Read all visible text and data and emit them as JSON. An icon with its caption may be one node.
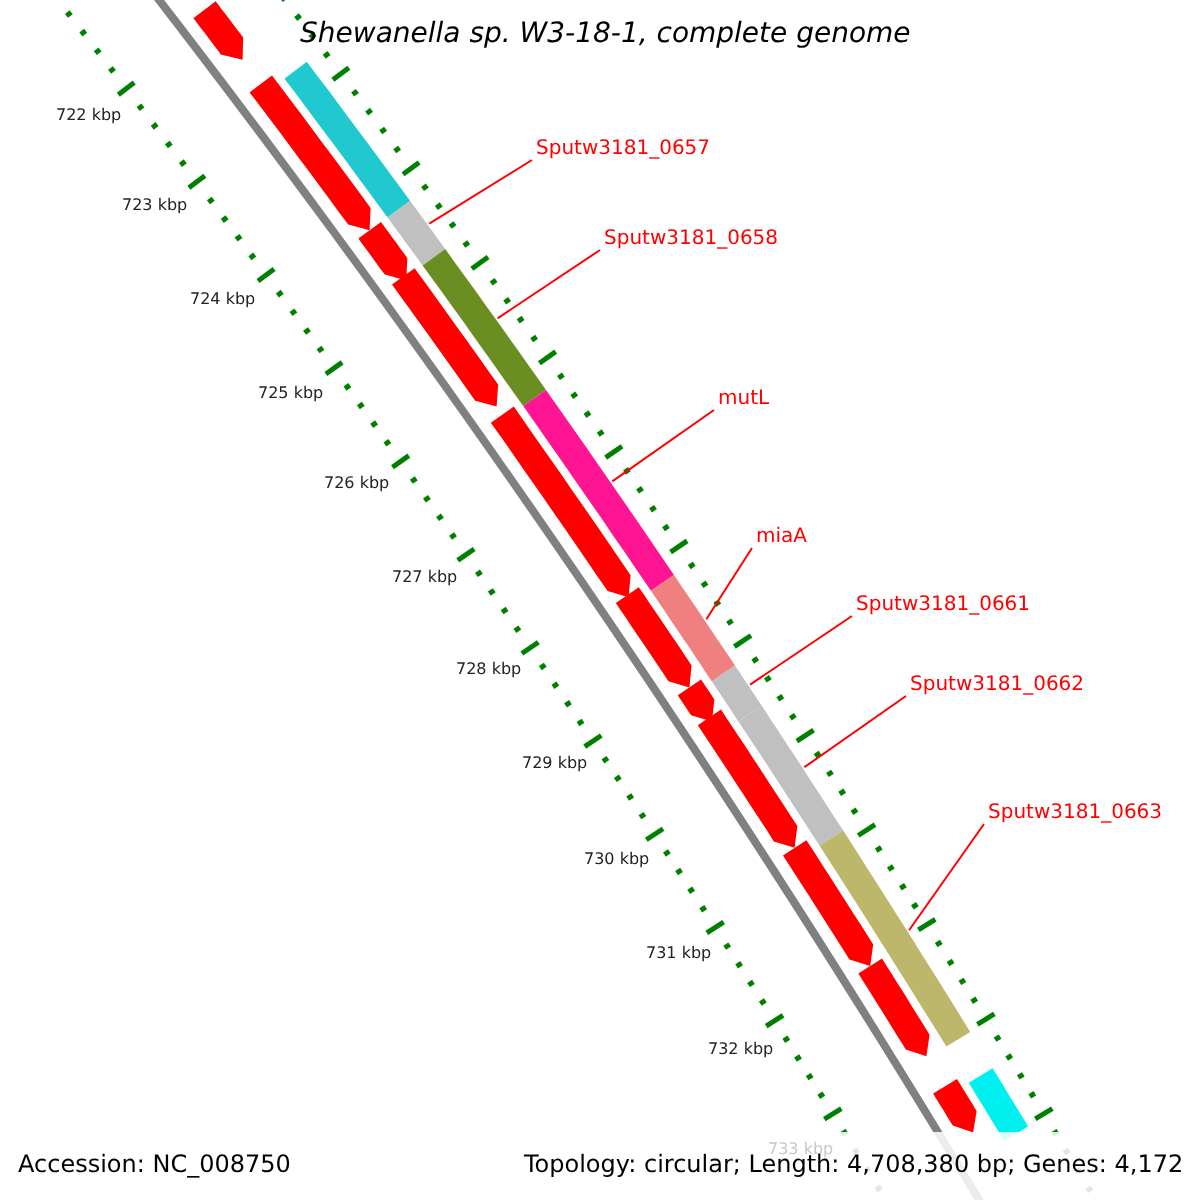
{
  "diagram": {
    "title": "Shewanella sp. W3-18-1, complete genome",
    "nodes": [
      {
        "text": [
          "Sputw3181_0657"
        ]
      },
      {
        "text": [
          "Sputw3181_0658"
        ]
      },
      {
        "text": [
          "mutL"
        ]
      },
      {
        "text": [
          "miaA"
        ]
      },
      {
        "text": [
          "Sputw3181_0661"
        ]
      },
      {
        "text": [
          "Sputw3181_0662"
        ]
      },
      {
        "text": [
          "Sputw3181_0663"
        ]
      },
      {
        "text": [],
        "shape": "bar"
      },
      {
        "text": [],
        "shape": "bar"
      },
      {
        "text": [],
        "shape": "bar"
      },
      {
        "text": [],
        "shape": "bar"
      },
      {
        "text": [],
        "shape": "bar"
      },
      {
        "text": [],
        "shape": "bar"
      },
      {
        "text": [],
        "shape": "bar"
      },
      {
        "text": [],
        "shape": "bar"
      },
      {
        "text": [],
        "shape": "bar"
      },
      {
        "text": [],
        "shape": "arrow"
      },
      {
        "text": [],
        "shape": "arrow"
      },
      {
        "text": [],
        "shape": "arrow"
      },
      {
        "text": [],
        "shape": "arrow"
      },
      {
        "text": [],
        "shape": "arrow"
      },
      {
        "text": [],
        "shape": "arrow"
      },
      {
        "text": [],
        "shape": "arrow"
      },
      {
        "text": [],
        "shape": "arrow"
      },
      {
        "text": [],
        "shape": "arrow"
      },
      {
        "text": [],
        "shape": "arrow"
      },
      {
        "text": [],
        "shape": "arrow"
      }
    ],
    "edges": [
      {
        "from": 0,
        "to": 7,
        "arrow": "none"
      },
      {
        "from": 1,
        "to": 8,
        "arrow": "none"
      },
      {
        "from": 2,
        "to": 9,
        "arrow": "none"
      },
      {
        "from": 3,
        "to": 10,
        "arrow": "none"
      },
      {
        "from": 4,
        "to": 11,
        "arrow": "none"
      },
      {
        "from": 5,
        "to": 12,
        "arrow": "none"
      },
      {
        "from": 6,
        "to": 13,
        "arrow": "none"
      }
    ],
    "labels": [
      "722 kbp",
      "723 kbp",
      "724 kbp",
      "725 kbp",
      "726 kbp",
      "727 kbp",
      "728 kbp",
      "729 kbp",
      "730 kbp",
      "731 kbp",
      "732 kbp",
      "733 kbp",
      "Accession: NC_008750",
      "Topology: circular; Length: 4,708,380 bp; Genes: 4,172"
    ]
  }
}
